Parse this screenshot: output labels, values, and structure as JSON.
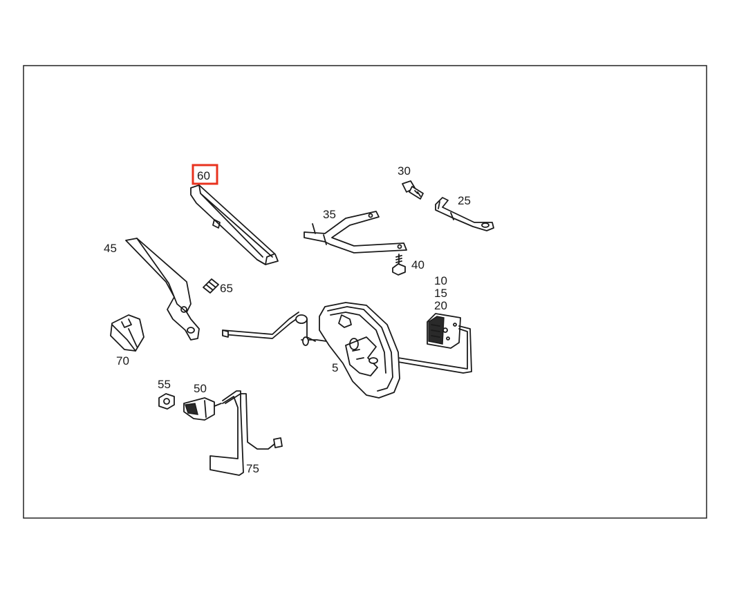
{
  "diagram": {
    "highlighted_callout": "60",
    "highlight_color": "#e8321e",
    "callouts": {
      "c60": "60",
      "c30": "30",
      "c25": "25",
      "c35": "35",
      "c45": "45",
      "c40": "40",
      "c10": "10",
      "c15": "15",
      "c20": "20",
      "c65": "65",
      "c70": "70",
      "c5": "5",
      "c55": "55",
      "c50": "50",
      "c75": "75"
    },
    "parts": [
      {
        "callout": "5",
        "depicts": "wiper-motor"
      },
      {
        "callout": "10 / 15 / 20",
        "depicts": "relay-block"
      },
      {
        "callout": "25",
        "depicts": "mounting-bracket"
      },
      {
        "callout": "30",
        "depicts": "bolt"
      },
      {
        "callout": "35",
        "depicts": "support-bracket"
      },
      {
        "callout": "40",
        "depicts": "screw"
      },
      {
        "callout": "45",
        "depicts": "wiper-arm"
      },
      {
        "callout": "50",
        "depicts": "washer-pump"
      },
      {
        "callout": "55",
        "depicts": "nut"
      },
      {
        "callout": "60",
        "depicts": "wiper-blade"
      },
      {
        "callout": "65",
        "depicts": "pin"
      },
      {
        "callout": "70",
        "depicts": "cap"
      },
      {
        "callout": "75",
        "depicts": "hose"
      }
    ]
  }
}
